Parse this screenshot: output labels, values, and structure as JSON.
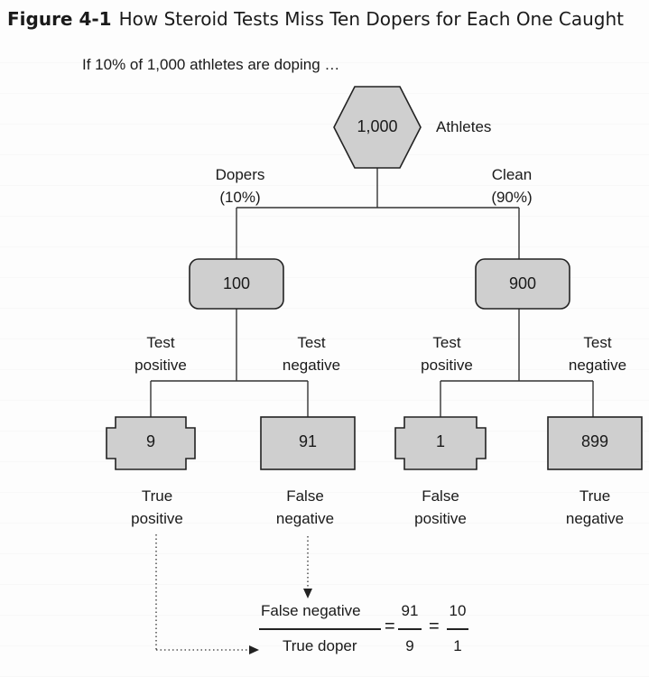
{
  "caption": {
    "figure_label": "Figure 4-1",
    "title": "How Steroid Tests Miss Ten Dopers for Each One Caught"
  },
  "intro": "If 10% of 1,000 athletes are doping …",
  "root": {
    "value": "1,000",
    "label": "Athletes"
  },
  "branches": {
    "dopers": {
      "line1": "Dopers",
      "line2": "(10%)",
      "value": "100"
    },
    "clean": {
      "line1": "Clean",
      "line2": "(90%)",
      "value": "900"
    }
  },
  "tests": {
    "dopers_positive": {
      "line1": "Test",
      "line2": "positive"
    },
    "dopers_negative": {
      "line1": "Test",
      "line2": "negative"
    },
    "clean_positive": {
      "line1": "Test",
      "line2": "positive"
    },
    "clean_negative": {
      "line1": "Test",
      "line2": "negative"
    }
  },
  "outcomes": [
    {
      "value": "9",
      "line1": "True",
      "line2": "positive"
    },
    {
      "value": "91",
      "line1": "False",
      "line2": "negative"
    },
    {
      "value": "1",
      "line1": "False",
      "line2": "positive"
    },
    {
      "value": "899",
      "line1": "True",
      "line2": "negative"
    }
  ],
  "ratio": {
    "numerator_label": "False negative",
    "denominator_label": "True doper",
    "frac1_num": "91",
    "frac1_den": "9",
    "frac2_num": "10",
    "frac2_den": "1",
    "equals": "="
  }
}
